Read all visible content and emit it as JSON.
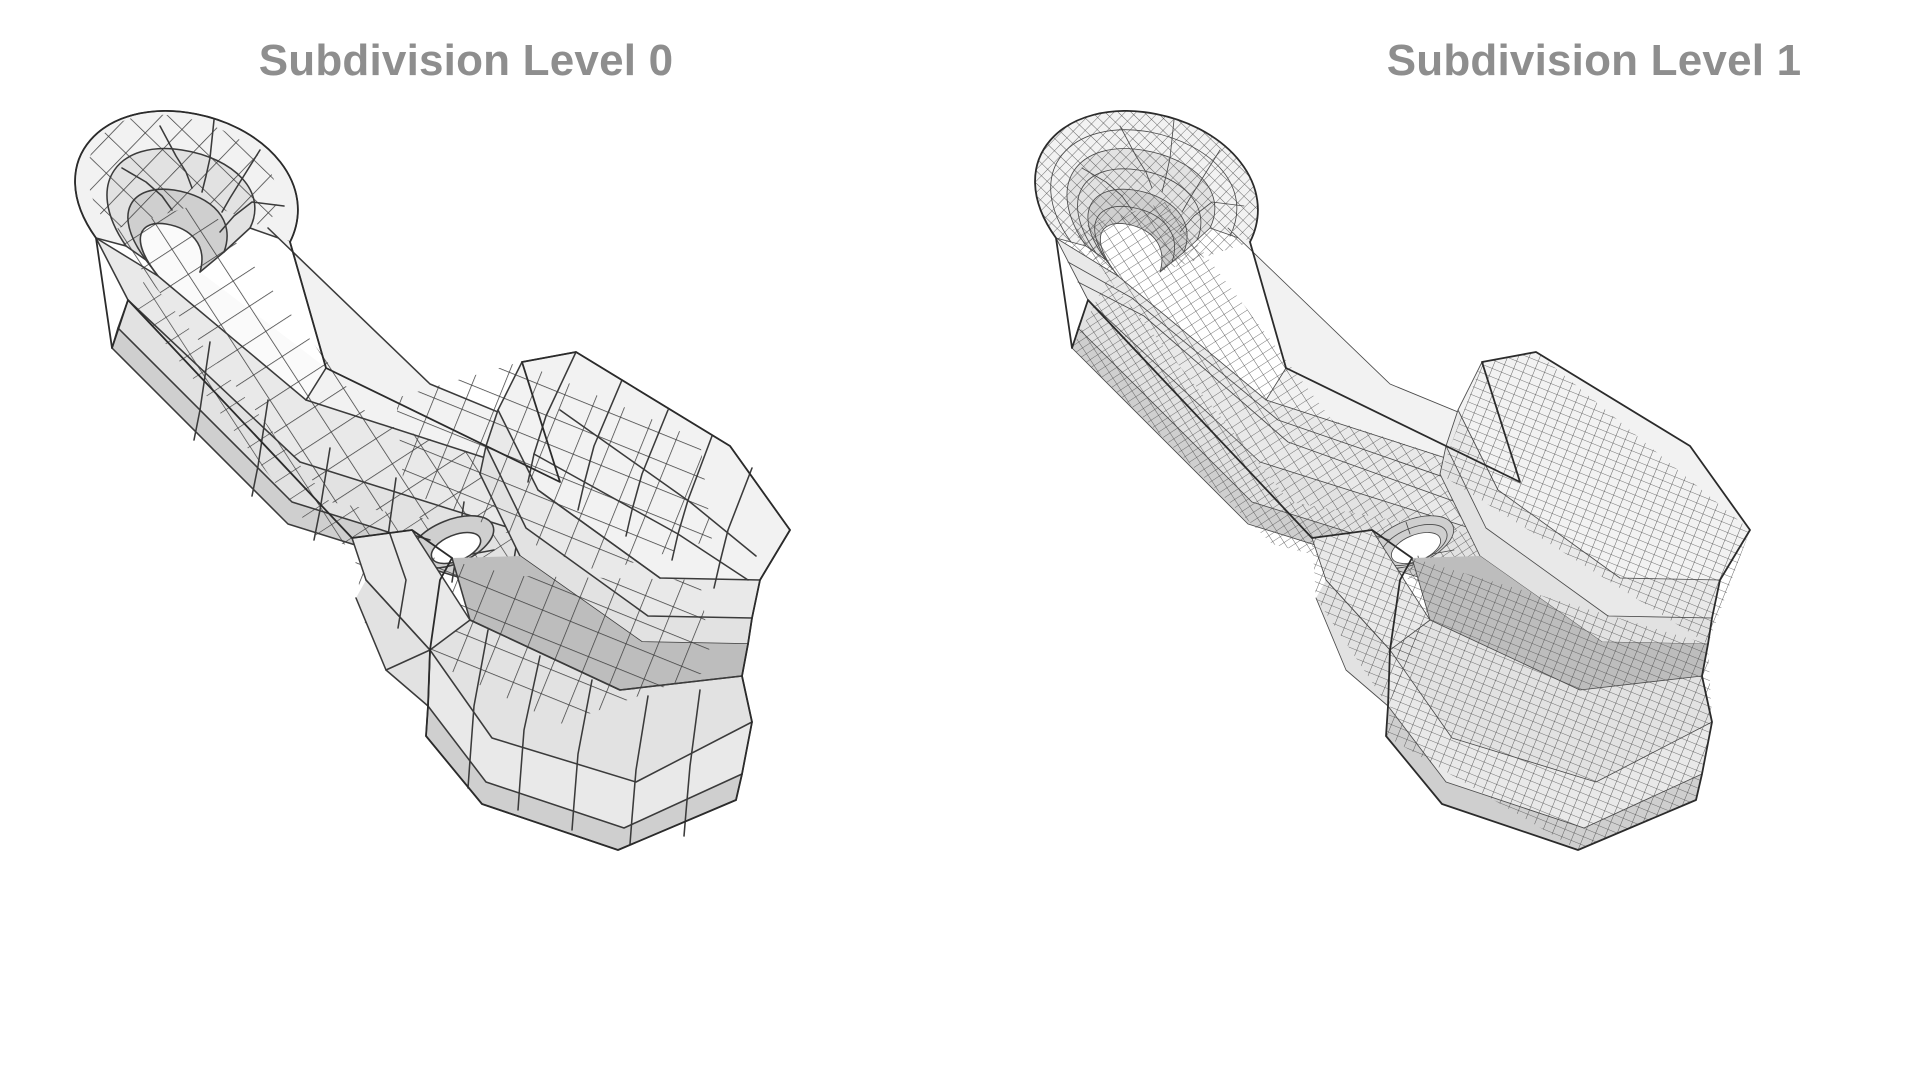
{
  "page": {
    "background_color": "#ffffff",
    "title_color": "#8e8e8e",
    "surface_color": "#e9e9e9",
    "wire_color": "#3b3b3b"
  },
  "panels": [
    {
      "id": "subdivision-level-0",
      "title": "Subdivision Level 0",
      "model": {
        "object": "zipper-pull-slider",
        "shading": "flat-shaded-wireframe",
        "wire_density": "coarse",
        "subdivision_level": 0
      }
    },
    {
      "id": "subdivision-level-1",
      "title": "Subdivision Level 1",
      "model": {
        "object": "zipper-pull-slider",
        "shading": "flat-shaded-wireframe",
        "wire_density": "fine",
        "subdivision_level": 1
      }
    }
  ]
}
